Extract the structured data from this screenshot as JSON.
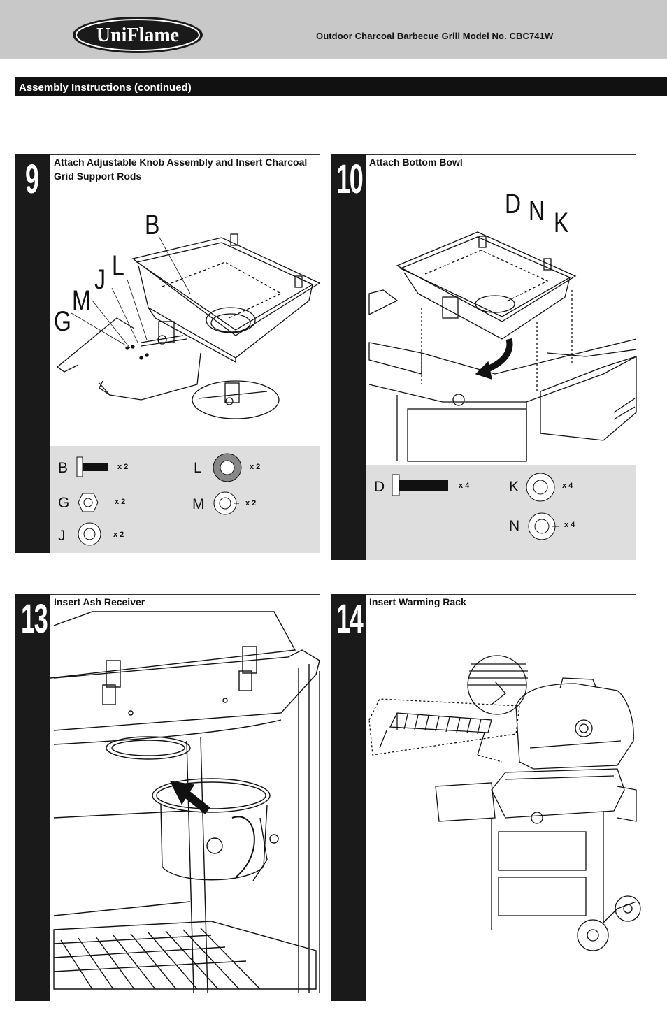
{
  "header": {
    "logo_text": "UniFlame",
    "title": "Outdoor Charcoal Barbecue Grill  Model No. CBC741W"
  },
  "section": {
    "title": "Assembly Instructions (continued)"
  },
  "steps": [
    {
      "number": "9",
      "title": "Attach Adjustable Knob Assembly and Insert Charcoal Grid Support Rods",
      "callouts": [
        "B",
        "L",
        "J",
        "M",
        "G"
      ],
      "parts": [
        {
          "letter": "B",
          "qty": "x 2",
          "icon": "bolt-icon"
        },
        {
          "letter": "L",
          "qty": "x 2",
          "icon": "washer-icon"
        },
        {
          "letter": "G",
          "qty": "x 2",
          "icon": "nut-icon"
        },
        {
          "letter": "M",
          "qty": "x 2",
          "icon": "lock-washer-icon"
        },
        {
          "letter": "J",
          "qty": "x 2",
          "icon": "flat-washer-icon"
        }
      ]
    },
    {
      "number": "10",
      "title": "Attach Bottom Bowl",
      "callouts": [
        "D",
        "N",
        "K"
      ],
      "parts": [
        {
          "letter": "D",
          "qty": "x 4",
          "icon": "bolt-icon"
        },
        {
          "letter": "K",
          "qty": "x 4",
          "icon": "flat-washer-icon"
        },
        {
          "letter": "N",
          "qty": "x 4",
          "icon": "lock-washer-icon"
        }
      ]
    },
    {
      "number": "13",
      "title": "Insert Ash Receiver"
    },
    {
      "number": "14",
      "title": "Insert Warming Rack"
    }
  ]
}
